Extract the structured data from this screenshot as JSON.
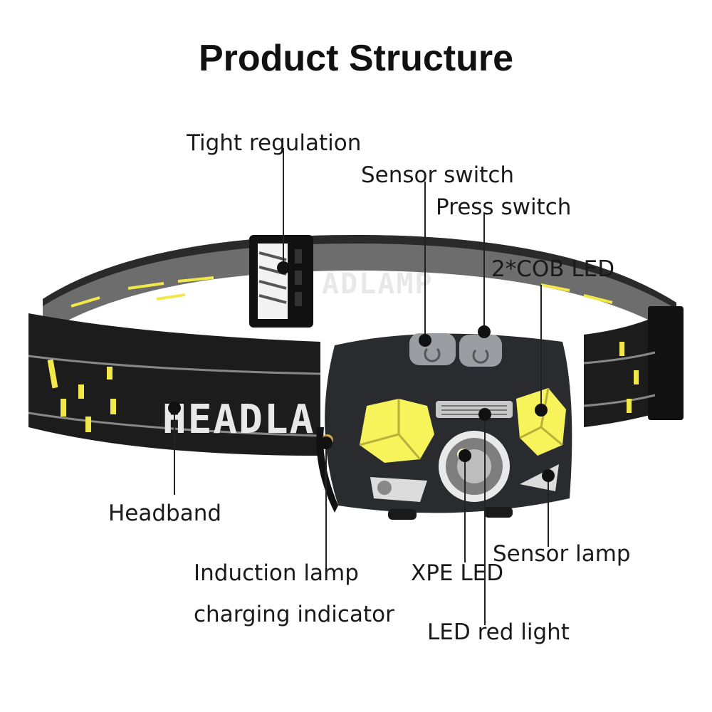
{
  "title": "Product Structure",
  "labels": {
    "tight_regulation": "Tight regulation",
    "sensor_switch": "Sensor switch",
    "press_switch": "Press switch",
    "cob_led": "2*COB LED",
    "headband": "Headband",
    "sensor_lamp": "Sensor lamp",
    "induction_lamp": "Induction lamp",
    "charging_indicator": "charging indicator",
    "xpe_led": "XPE LED",
    "led_red_light": "LED red light"
  },
  "band_print": {
    "front": "HEADLA",
    "back": "ADLAMP"
  },
  "colors": {
    "band": "#1c1c1c",
    "band_inner": "#6d6d6d",
    "accent_yellow": "#f2e84a",
    "cob_yellow": "#f7f35a",
    "housing": "#2a2b2e",
    "buttons": "#9a9ea3"
  }
}
